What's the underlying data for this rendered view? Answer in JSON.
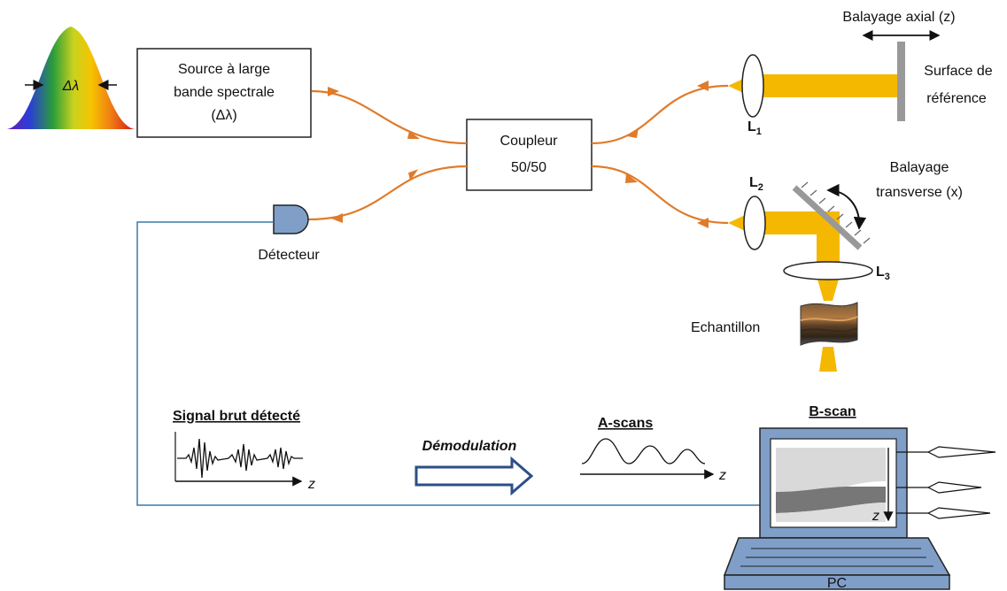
{
  "source": {
    "lines": [
      "Source à large",
      "bande spectrale",
      "(Δλ)"
    ],
    "spectrum_label": "Δλ"
  },
  "coupler": {
    "lines": [
      "Coupleur",
      "50/50"
    ]
  },
  "detector": {
    "label": "Détecteur"
  },
  "lenses": {
    "l1": "L",
    "l1_sub": "1",
    "l2": "L",
    "l2_sub": "2",
    "l3": "L",
    "l3_sub": "3"
  },
  "reference": {
    "scan_label": "Balayage axial (z)",
    "surface_lines": [
      "Surface de",
      "référence"
    ]
  },
  "sample_arm": {
    "scan_lines": [
      "Balayage",
      "transverse (x)"
    ],
    "sample_label": "Echantillon"
  },
  "signal": {
    "title": "Signal brut détecté",
    "axis": "z"
  },
  "demodulation": {
    "label": "Démodulation"
  },
  "ascans": {
    "title": "A-scans",
    "axis": "z"
  },
  "bscan": {
    "title": "B-scan",
    "axis": "z"
  },
  "pc": {
    "label": "PC"
  },
  "colors": {
    "fiber": "#e07b2a",
    "beam": "#f5b800",
    "detector": "#7f9fc9",
    "cable": "#3a78a8",
    "arrow_fill": "#2c4f86"
  }
}
